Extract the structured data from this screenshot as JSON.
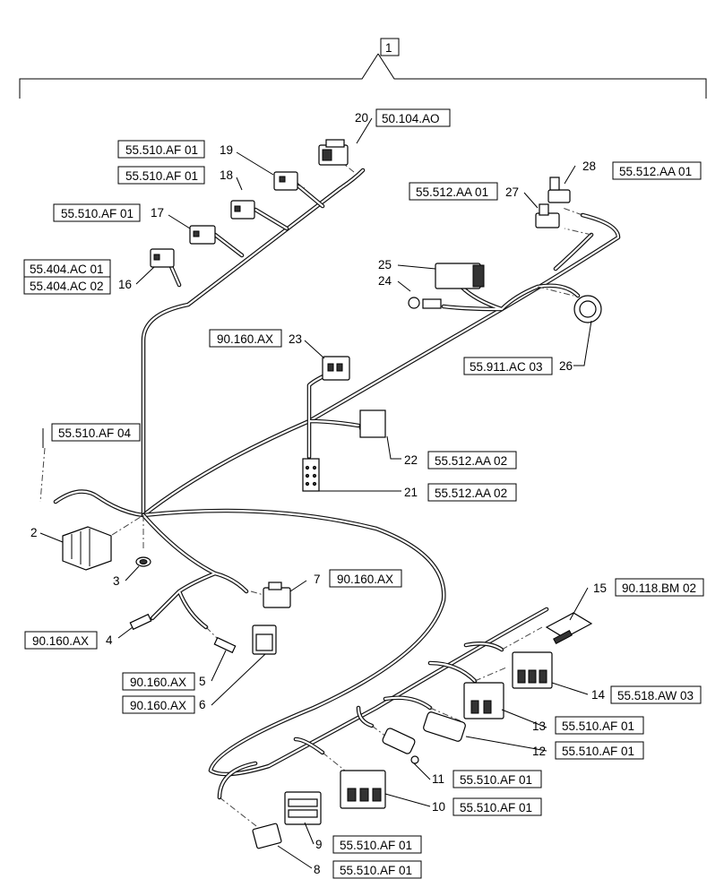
{
  "assembly": {
    "item": "1"
  },
  "items": [
    {
      "num": "2",
      "ref": ""
    },
    {
      "num": "3",
      "ref": ""
    },
    {
      "num": "4",
      "ref": "90.160.AX"
    },
    {
      "num": "5",
      "ref": "90.160.AX"
    },
    {
      "num": "6",
      "ref": "90.160.AX"
    },
    {
      "num": "7",
      "ref": "90.160.AX"
    },
    {
      "num": "8",
      "ref": "55.510.AF 01"
    },
    {
      "num": "9",
      "ref": "55.510.AF 01"
    },
    {
      "num": "10",
      "ref": "55.510.AF 01"
    },
    {
      "num": "11",
      "ref": "55.510.AF 01"
    },
    {
      "num": "12",
      "ref": "55.510.AF 01"
    },
    {
      "num": "13",
      "ref": "55.510.AF 01"
    },
    {
      "num": "14",
      "ref": "55.518.AW 03"
    },
    {
      "num": "15",
      "ref": "90.118.BM 02"
    },
    {
      "num": "16",
      "ref": "55.404.AC 01",
      "ref2": "55.404.AC 02"
    },
    {
      "num": "17",
      "ref": "55.510.AF 01"
    },
    {
      "num": "18",
      "ref": "55.510.AF 01"
    },
    {
      "num": "19",
      "ref": "55.510.AF 01"
    },
    {
      "num": "20",
      "ref": "50.104.AO"
    },
    {
      "num": "21",
      "ref": "55.512.AA 02"
    },
    {
      "num": "22",
      "ref": "55.512.AA 02"
    },
    {
      "num": "23",
      "ref": "90.160.AX"
    },
    {
      "num": "24",
      "ref": ""
    },
    {
      "num": "25",
      "ref": ""
    },
    {
      "num": "26",
      "ref": "55.911.AC 03"
    },
    {
      "num": "27",
      "ref": "55.512.AA 01"
    },
    {
      "num": "28",
      "ref": "55.512.AA 01"
    }
  ],
  "harness_ref": "55.510.AF 04"
}
